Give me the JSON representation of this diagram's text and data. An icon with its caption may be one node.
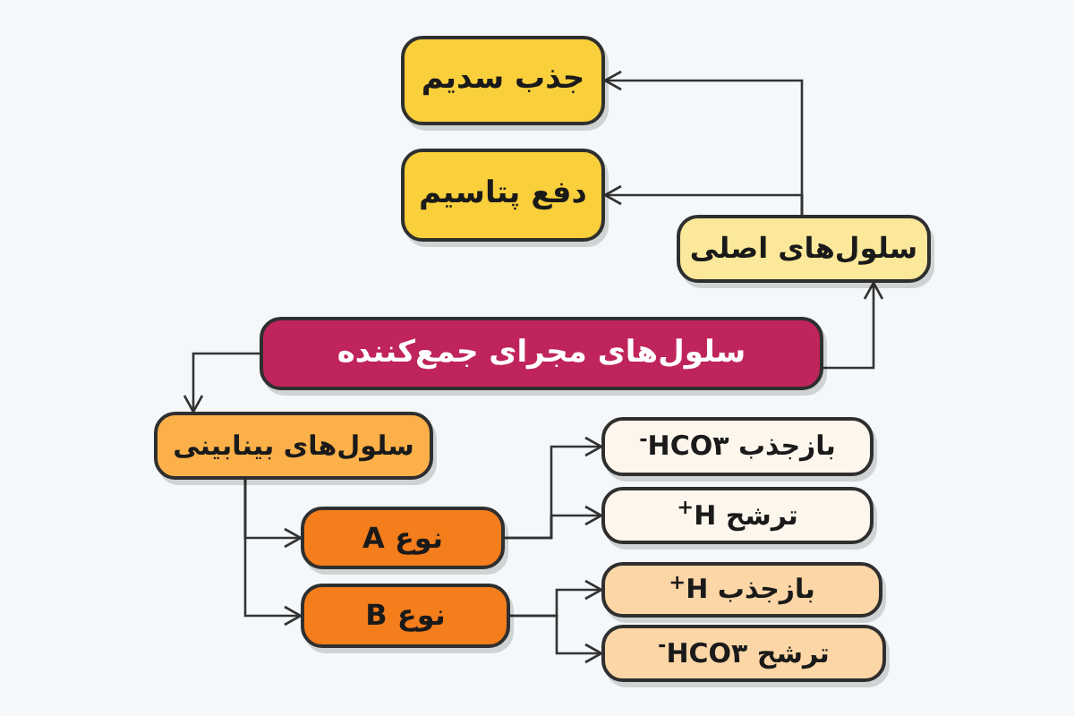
{
  "diagram": {
    "nodes": [
      {
        "text": [
          "جذب سدیم"
        ]
      },
      {
        "text": [
          "دفع پتاسیم"
        ]
      },
      {
        "text": [
          "سلول‌های اصلی"
        ]
      },
      {
        "text": [
          "سلول‌های مجرای جمع‌کننده"
        ]
      },
      {
        "text": [
          "سلول‌های بینابینی"
        ]
      },
      {
        "text": [
          "نوع A"
        ]
      },
      {
        "text": [
          "نوع B"
        ]
      },
      {
        "text": [
          "بازجذب HCO۳$^{-}$"
        ]
      },
      {
        "text": [
          "ترشح H$^{+}$"
        ]
      },
      {
        "text": [
          "بازجذب H$^{+}$"
        ]
      },
      {
        "text": [
          "ترشح HCO۳$^{-}$"
        ]
      }
    ],
    "edges": [
      {
        "from": 2,
        "to": 0,
        "arrow": "to"
      },
      {
        "from": 2,
        "to": 1,
        "arrow": "to"
      },
      {
        "from": 3,
        "to": 2,
        "arrow": "to"
      },
      {
        "from": 3,
        "to": 4,
        "arrow": "to"
      },
      {
        "from": 4,
        "to": 5,
        "arrow": "to"
      },
      {
        "from": 4,
        "to": 6,
        "arrow": "to"
      },
      {
        "from": 5,
        "to": 7,
        "arrow": "to"
      },
      {
        "from": 5,
        "to": 8,
        "arrow": "to"
      },
      {
        "from": 6,
        "to": 9,
        "arrow": "to"
      },
      {
        "from": 6,
        "to": 10,
        "arrow": "to"
      }
    ]
  }
}
